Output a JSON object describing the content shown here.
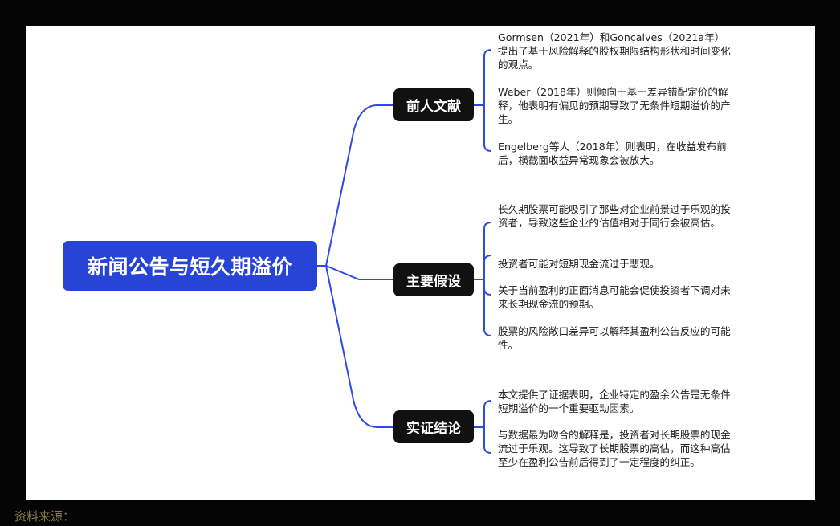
{
  "root": {
    "label": "新闻公告与短久期溢价",
    "color": "#2744d6"
  },
  "branches": [
    {
      "label": "前人文献",
      "leaves": [
        "Gormsen（2021年）和Gonçalves（2021a年）提出了基于风险解释的股权期限结构形状和时间变化的观点。",
        "Weber（2018年）则倾向于基于差异错配定价的解释，他表明有偏见的预期导致了无条件短期溢价的产生。",
        "Engelberg等人（2018年）则表明，在收益发布前后，横截面收益异常现象会被放大。"
      ]
    },
    {
      "label": "主要假设",
      "leaves": [
        "长久期股票可能吸引了那些对企业前景过于乐观的投资者，导致这些企业的估值相对于同行会被高估。",
        "投资者可能对短期现金流过于悲观。",
        "关于当前盈利的正面消息可能会促使投资者下调对未来长期现金流的预期。",
        "股票的风险敞口差异可以解释其盈利公告反应的可能性。"
      ]
    },
    {
      "label": "实证结论",
      "leaves": [
        "本文提供了证据表明，企业特定的盈余公告是无条件短期溢价的一个重要驱动因素。",
        "与数据最为吻合的解释是，投资者对长期股票的现金流过于乐观。这导致了长期股票的高估，而这种高估至少在盈利公告前后得到了一定程度的纠正。"
      ]
    }
  ],
  "footer": {
    "source_label": "资料来源："
  },
  "colors": {
    "connector": "#2f4bdc",
    "branch_bg": "#111111",
    "canvas": "#ffffff",
    "frame": "#050505"
  }
}
